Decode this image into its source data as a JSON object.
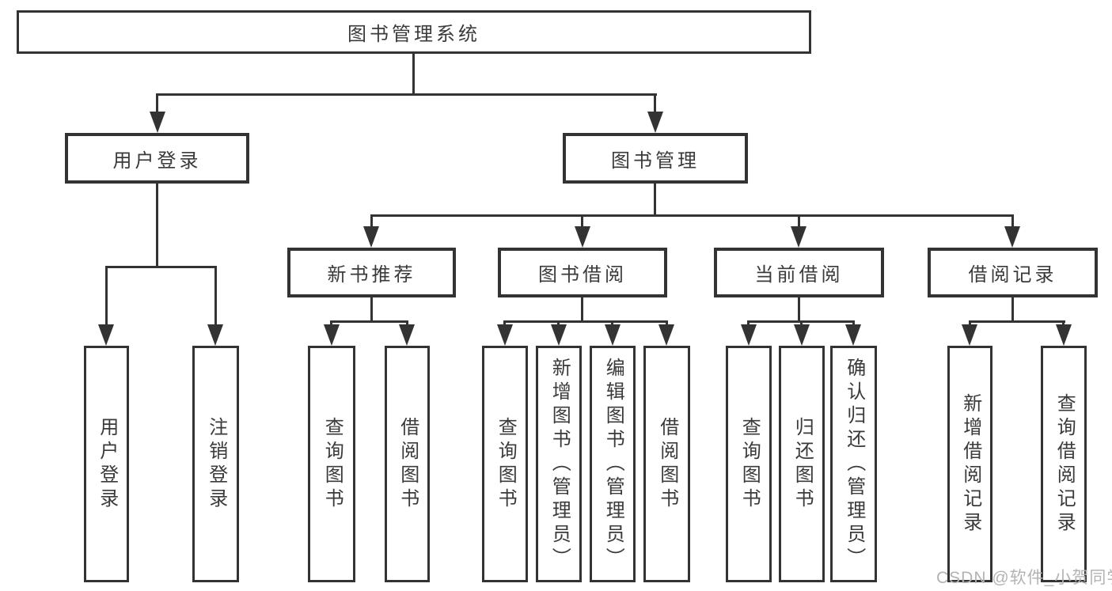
{
  "colors": {
    "line": "#333333",
    "text": "#3a3a3a",
    "watermark": "#b3b3b3",
    "background": "#ffffff"
  },
  "tree": {
    "root": "图书管理系统",
    "user_login": {
      "label": "用户登录",
      "children": [
        "用户登录",
        "注销登录"
      ]
    },
    "book_management": {
      "label": "图书管理",
      "sections": [
        {
          "label": "新书推荐",
          "children": [
            "查询图书",
            "借阅图书"
          ]
        },
        {
          "label": "图书借阅",
          "children": [
            "查询图书",
            "新增图书（管理员）",
            "编辑图书（管理员）",
            "借阅图书"
          ]
        },
        {
          "label": "当前借阅",
          "children": [
            "查询图书",
            "归还图书",
            "确认归还（管理员）"
          ]
        },
        {
          "label": "借阅记录",
          "children": [
            "新增借阅记录",
            "查询借阅记录"
          ]
        }
      ]
    }
  },
  "watermark": {
    "text": "CSDN @软件_小贺同学"
  }
}
